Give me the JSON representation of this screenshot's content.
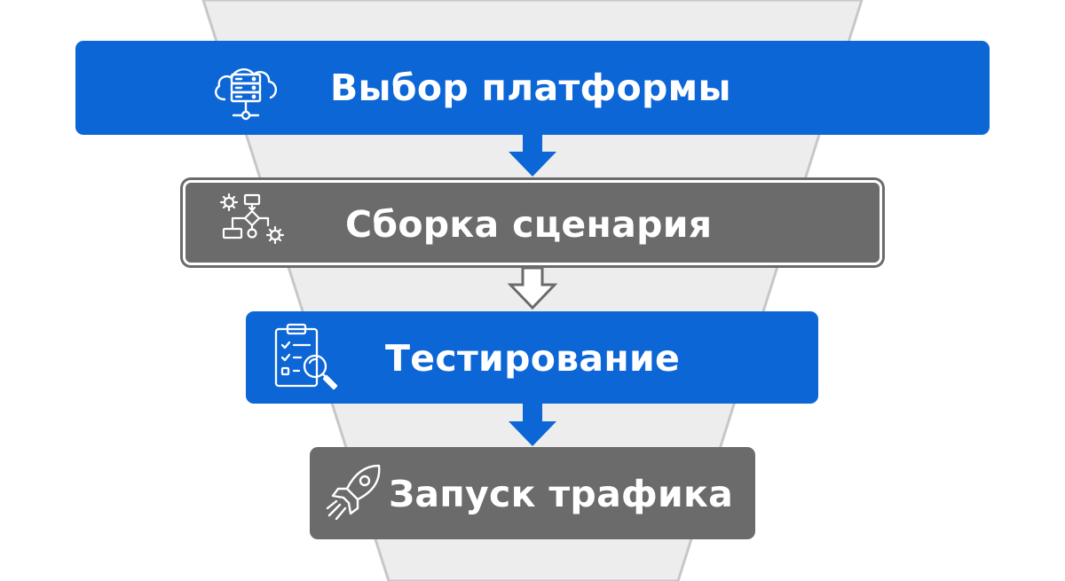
{
  "stages": [
    {
      "label": "Выбор платформы",
      "icon": "cloud-server-icon",
      "style": "blue"
    },
    {
      "label": "Сборка сценария",
      "icon": "flowchart-gears-icon",
      "style": "gray-outlined"
    },
    {
      "label": "Тестирование",
      "icon": "checklist-magnifier-icon",
      "style": "blue"
    },
    {
      "label": "Запуск трафика",
      "icon": "rocket-icon",
      "style": "gray"
    }
  ],
  "colors": {
    "blue": "#0c66d6",
    "gray": "#6b6b6b",
    "funnel_fill": "#ededed",
    "funnel_border": "#c7c7c7"
  }
}
